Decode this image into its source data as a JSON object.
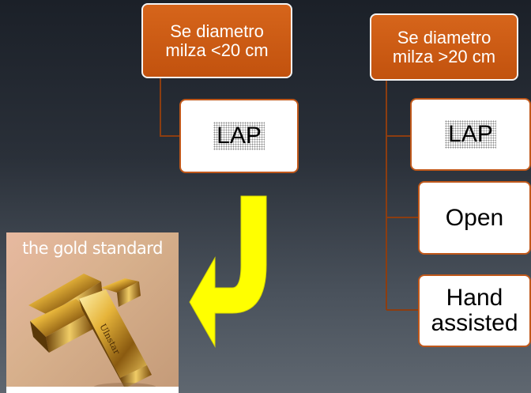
{
  "left_group": {
    "header": [
      "Se diametro",
      "milza <20 cm"
    ],
    "items": [
      "LAP"
    ]
  },
  "right_group": {
    "header": [
      "Se diametro",
      "milza >20 cm"
    ],
    "items": [
      "LAP",
      "Open",
      "Hand",
      "assisted"
    ]
  },
  "image": {
    "caption": "the gold standard",
    "bar_stamp": "Ulnstar"
  },
  "colors": {
    "header_fill": "#c95a14",
    "connector": "#c0581a",
    "arrow": "#ffff00"
  }
}
